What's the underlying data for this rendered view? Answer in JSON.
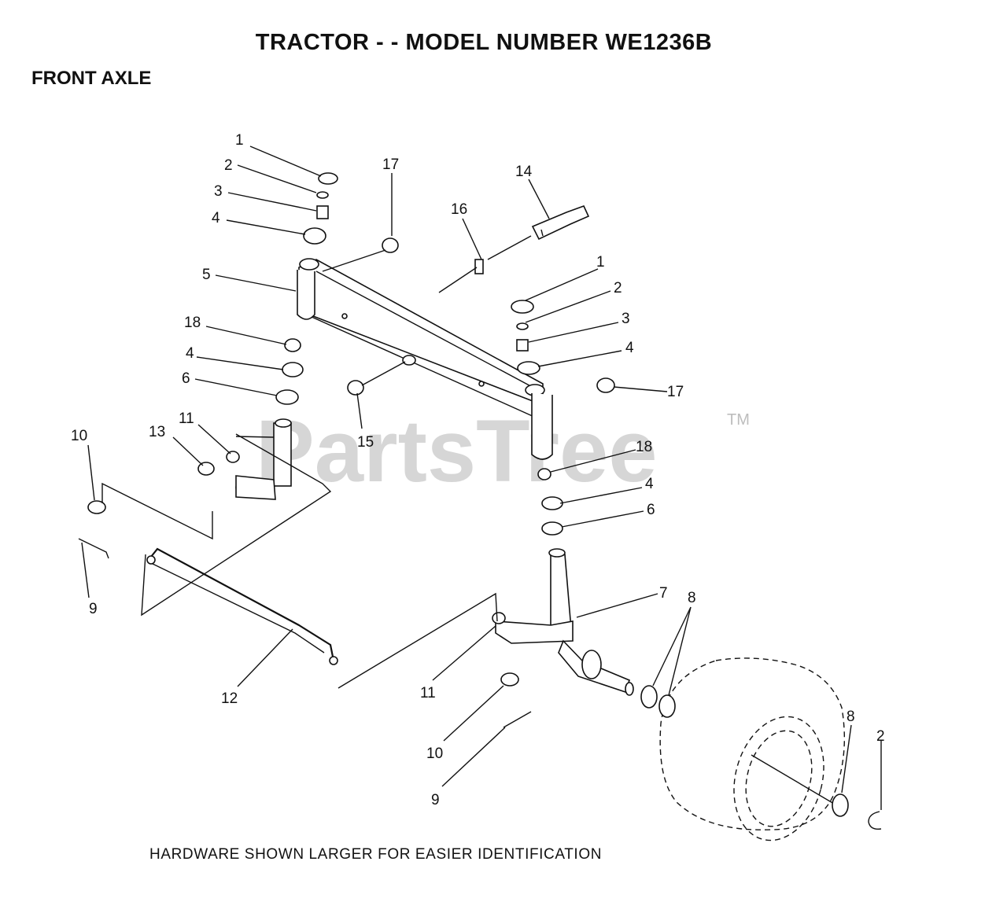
{
  "title": "TRACTOR - - MODEL NUMBER WE1236B",
  "subtitle": "FRONT AXLE",
  "footer": "HARDWARE SHOWN LARGER FOR EASIER IDENTIFICATION",
  "watermark": {
    "text": "PartsTree",
    "trademark": "TM"
  },
  "callouts": {
    "c1a": "1",
    "c2a": "2",
    "c3a": "3",
    "c4a": "4",
    "c5": "5",
    "c18a": "18",
    "c4b": "4",
    "c6a": "6",
    "c10a": "10",
    "c13": "13",
    "c11a": "11",
    "c9a": "9",
    "c12": "12",
    "c17a": "17",
    "c16": "16",
    "c14": "14",
    "c1b": "1",
    "c2b": "2",
    "c3b": "3",
    "c4c": "4",
    "c17b": "17",
    "c15": "15",
    "c18b": "18",
    "c4d": "4",
    "c6b": "6",
    "c7": "7",
    "c8a": "8",
    "c11b": "11",
    "c10b": "10",
    "c9b": "9",
    "c8b": "8",
    "c2c": "2"
  }
}
